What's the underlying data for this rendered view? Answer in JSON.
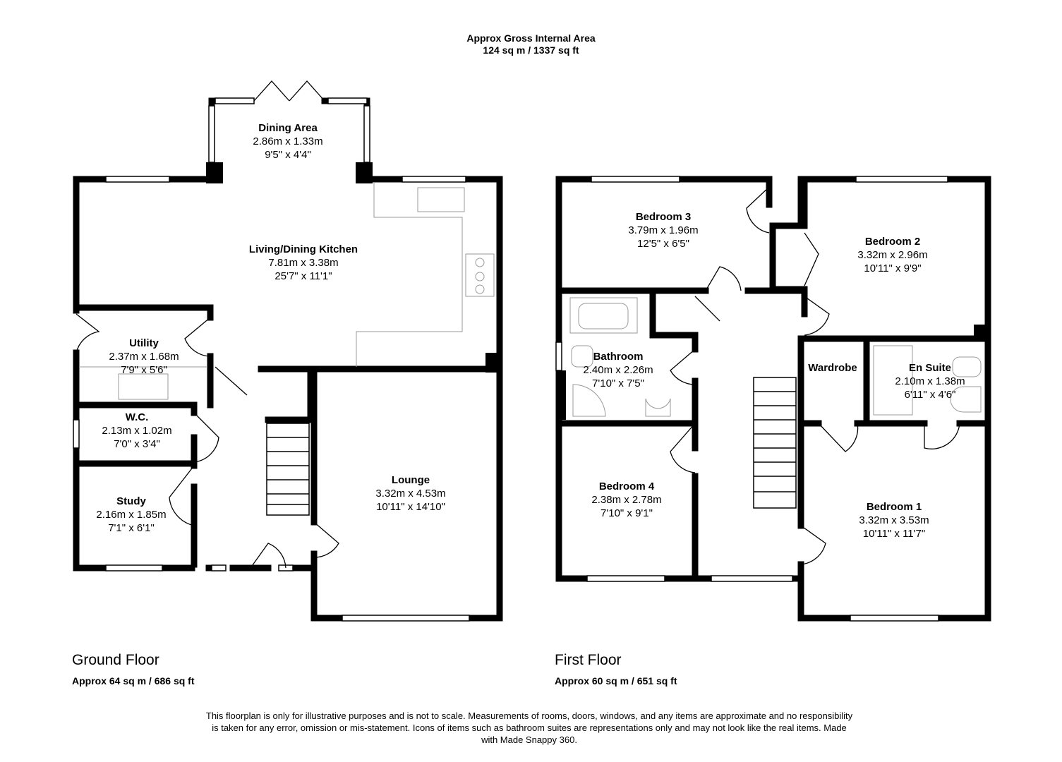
{
  "header": {
    "line1": "Approx Gross Internal Area",
    "line2": "124 sq m / 1337 sq ft"
  },
  "ground_floor": {
    "title": "Ground Floor",
    "area": "Approx 64 sq m / 686 sq ft",
    "rooms": [
      {
        "name": "Dining Area",
        "metric": "2.86m x 1.33m",
        "imperial": "9'5\" x 4'4\""
      },
      {
        "name": "Living/Dining Kitchen",
        "metric": "7.81m x 3.38m",
        "imperial": "25'7\" x 11'1\""
      },
      {
        "name": "Utility",
        "metric": "2.37m x 1.68m",
        "imperial": "7'9\" x 5'6\""
      },
      {
        "name": "W.C.",
        "metric": "2.13m x 1.02m",
        "imperial": "7'0\" x 3'4\""
      },
      {
        "name": "Study",
        "metric": "2.16m x 1.85m",
        "imperial": "7'1\" x 6'1\""
      },
      {
        "name": "Lounge",
        "metric": "3.32m x 4.53m",
        "imperial": "10'11\" x 14'10\""
      }
    ]
  },
  "first_floor": {
    "title": "First Floor",
    "area": "Approx 60 sq m / 651 sq ft",
    "rooms": [
      {
        "name": "Bedroom 3",
        "metric": "3.79m x 1.96m",
        "imperial": "12'5\" x 6'5\""
      },
      {
        "name": "Bedroom 2",
        "metric": "3.32m x 2.96m",
        "imperial": "10'11\" x 9'9\""
      },
      {
        "name": "Bathroom",
        "metric": "2.40m x 2.26m",
        "imperial": "7'10\" x 7'5\""
      },
      {
        "name": "Wardrobe",
        "metric": "",
        "imperial": ""
      },
      {
        "name": "En Suite",
        "metric": "2.10m x 1.38m",
        "imperial": "6'11\" x 4'6\""
      },
      {
        "name": "Bedroom 4",
        "metric": "2.38m x 2.78m",
        "imperial": "7'10\" x 9'1\""
      },
      {
        "name": "Bedroom 1",
        "metric": "3.32m x 3.53m",
        "imperial": "10'11\" x 11'7\""
      }
    ]
  },
  "disclaimer": "This floorplan is only for illustrative purposes and is not to scale. Measurements of rooms, doors, windows, and any items are approximate and no responsibility is taken for any error, omission or mis-statement. Icons of items such as bathroom suites are representations only and may not look like the real items. Made with Made Snappy 360.",
  "colors": {
    "wall": "#000000",
    "fixture": "#9a9a9a",
    "background": "#ffffff"
  }
}
